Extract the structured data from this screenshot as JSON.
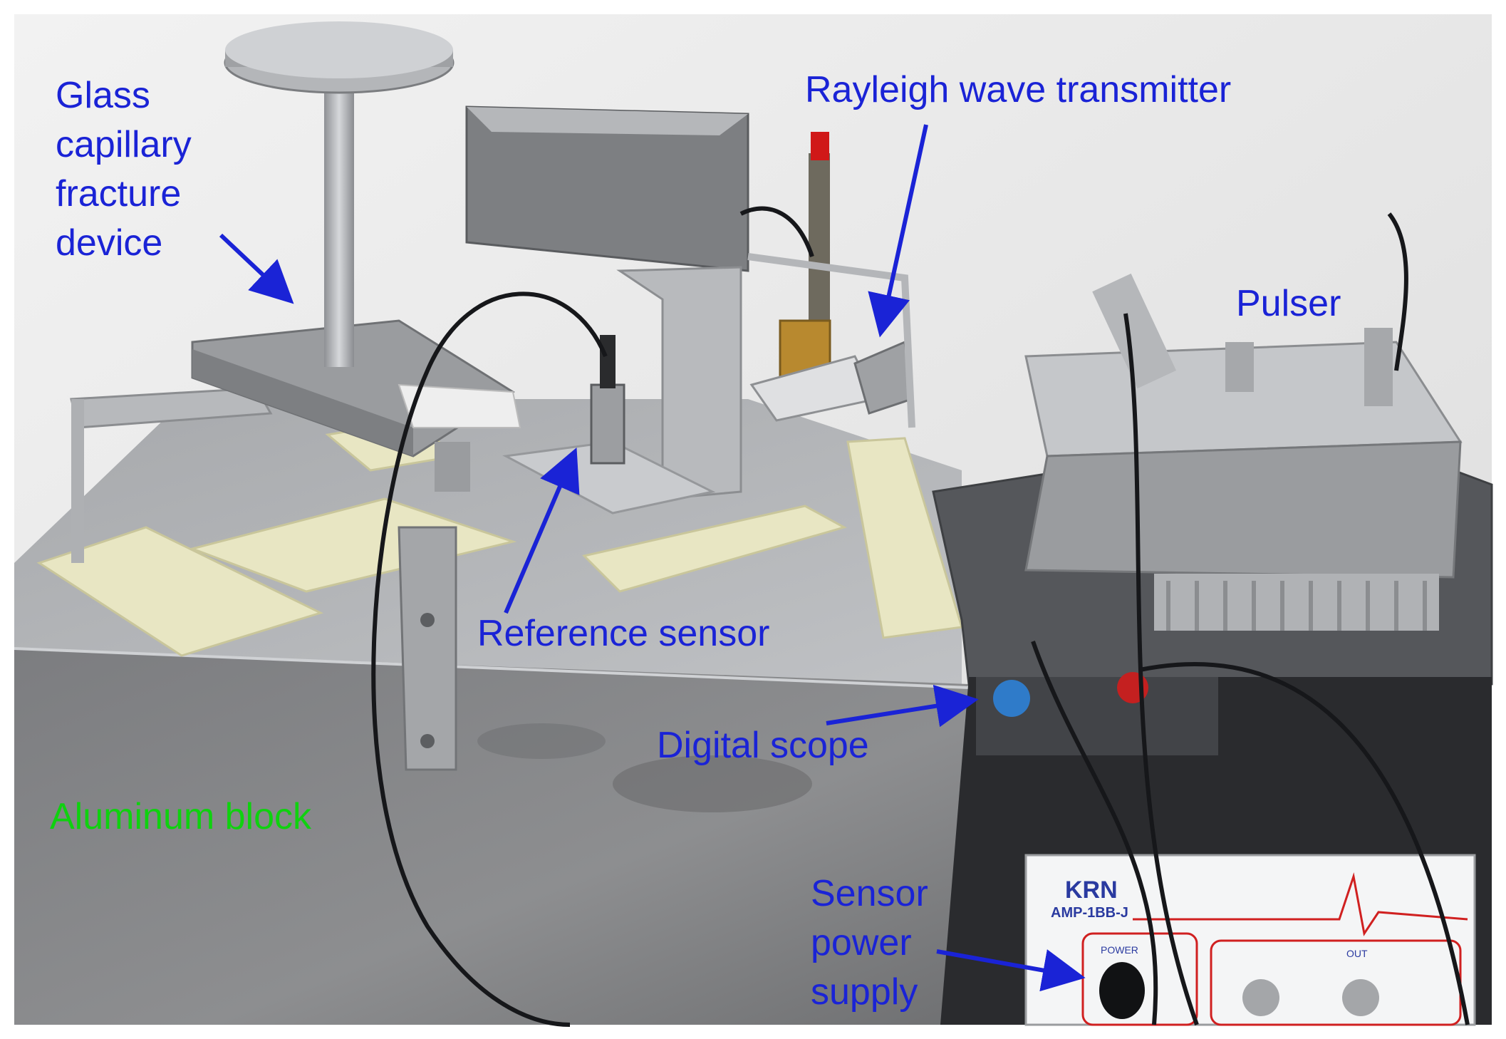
{
  "colors": {
    "annotation_blue": "#1a23d6",
    "annotation_green": "#0fd10f",
    "wall": "#e9e9e9",
    "aluminum": "#8f9092"
  },
  "labels": {
    "glass_device": [
      "Glass",
      "capillary",
      "fracture",
      "device"
    ],
    "rayleigh": "Rayleigh wave transmitter",
    "pulser": "Pulser",
    "reference_sensor": "Reference sensor",
    "digital_scope": "Digital scope",
    "aluminum_block": "Aluminum block",
    "sensor_power": [
      "Sensor",
      "power",
      "supply"
    ]
  },
  "device_text": {
    "brand": "KRN",
    "model": "AMP-1BB-J",
    "power": "POWER",
    "out": "OUT"
  }
}
